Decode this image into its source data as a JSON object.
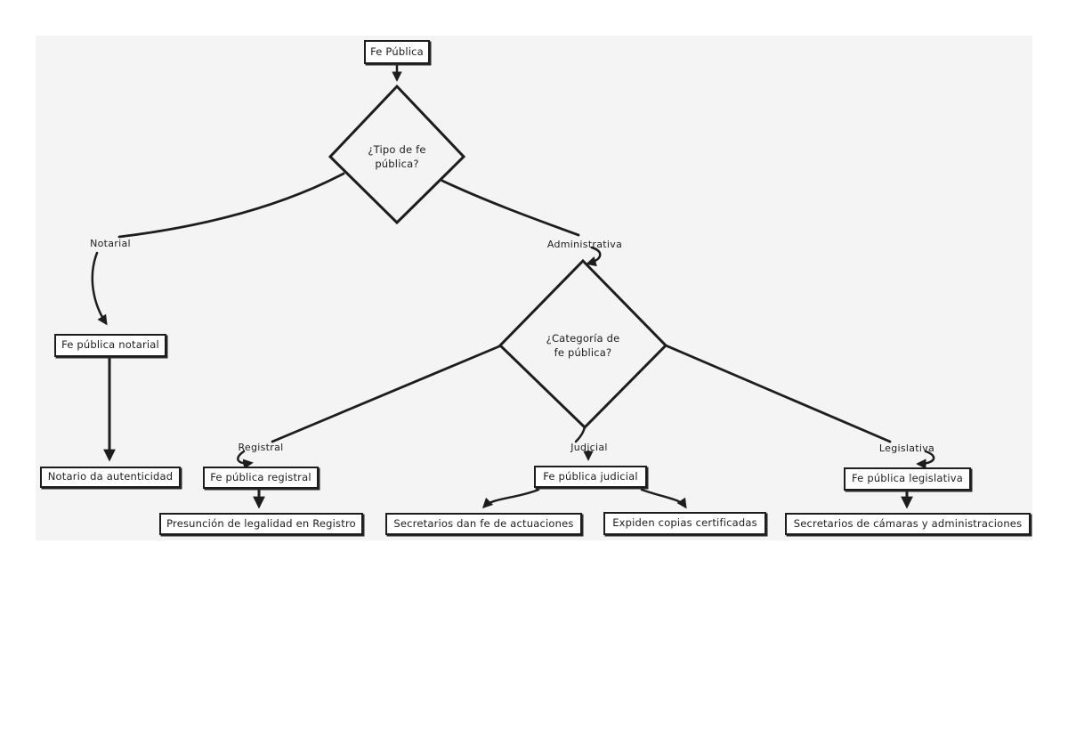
{
  "colors": {
    "stroke": "#1d1d1d",
    "panel_bg": "#f4f4f4",
    "node_bg": "#ffffff"
  },
  "nodes": {
    "root": {
      "label": "Fe Pública"
    },
    "decision_tipo": {
      "line1": "¿Tipo de fe",
      "line2": "pública?"
    },
    "decision_categoria": {
      "line1": "¿Categoría de",
      "line2": "fe pública?"
    },
    "fe_notarial": {
      "label": "Fe pública notarial"
    },
    "notario": {
      "label": "Notario da autenticidad"
    },
    "fe_registral": {
      "label": "Fe pública registral"
    },
    "presuncion": {
      "label": "Presunción de legalidad en Registro"
    },
    "fe_judicial": {
      "label": "Fe pública judicial"
    },
    "secretarios_actuaciones": {
      "label": "Secretarios dan fe de actuaciones"
    },
    "expiden_copias": {
      "label": "Expiden copias certificadas"
    },
    "fe_legislativa": {
      "label": "Fe pública legislativa"
    },
    "secretarios_camaras": {
      "label": "Secretarios de cámaras y administraciones"
    }
  },
  "branch_labels": {
    "notarial": "Notarial",
    "administrativa": "Administrativa",
    "registral": "Registral",
    "judicial": "Judicial",
    "legislativa": "Legislativa"
  }
}
